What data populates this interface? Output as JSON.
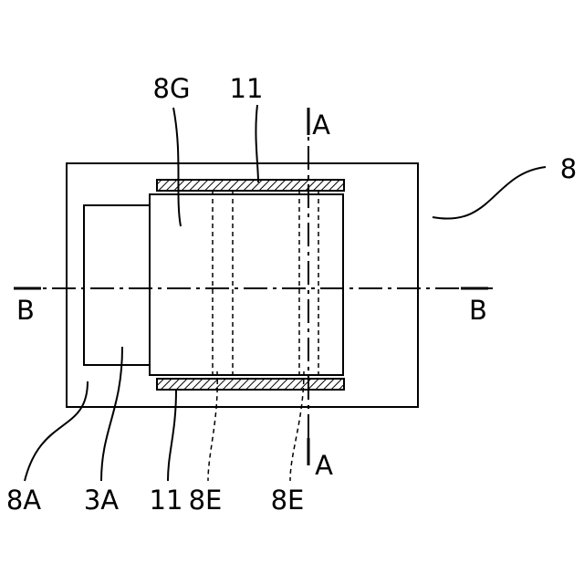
{
  "figure": {
    "labels": {
      "label_8G": "8G",
      "label_11_top": "11",
      "label_A_top": "A",
      "label_8": "8",
      "label_B_left": "B",
      "label_B_right": "B",
      "label_A_bottom": "A",
      "label_8A": "8A",
      "label_3A": "3A",
      "label_11_bottom": "11",
      "label_8E_left": "8E",
      "label_8E_right": "8E"
    }
  }
}
